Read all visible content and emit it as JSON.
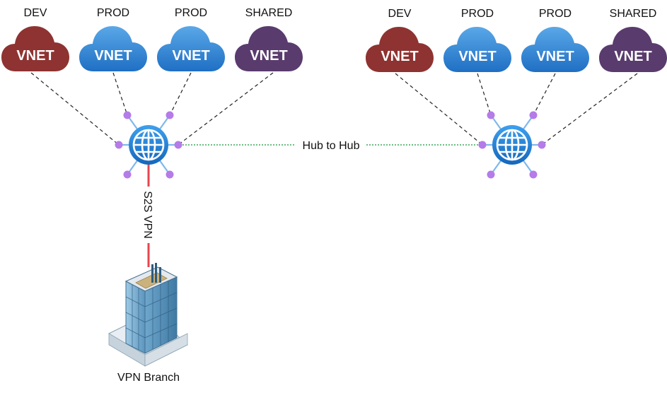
{
  "colors": {
    "dev": "#8e3331",
    "prod_top": "#5aa8e8",
    "prod_bottom": "#1f6fc4",
    "shared": "#5a3b6e",
    "hub_blue": "#1e88d8",
    "node_purple": "#b57be8",
    "vpn_red": "#e8454e",
    "hub_link_green": "#3aa85a"
  },
  "hubs": [
    {
      "vnets": [
        {
          "env": "DEV",
          "label": "VNET",
          "kind": "dev"
        },
        {
          "env": "PROD",
          "label": "VNET",
          "kind": "prod"
        },
        {
          "env": "PROD",
          "label": "VNET",
          "kind": "prod"
        },
        {
          "env": "SHARED",
          "label": "VNET",
          "kind": "shared"
        }
      ]
    },
    {
      "vnets": [
        {
          "env": "DEV",
          "label": "VNET",
          "kind": "dev"
        },
        {
          "env": "PROD",
          "label": "VNET",
          "kind": "prod"
        },
        {
          "env": "PROD",
          "label": "VNET",
          "kind": "prod"
        },
        {
          "env": "SHARED",
          "label": "VNET",
          "kind": "shared"
        }
      ]
    }
  ],
  "links": {
    "hub_to_hub": "Hub to Hub",
    "s2s_vpn": "S2S VPN"
  },
  "branch": {
    "label": "VPN Branch",
    "icon": "office-building-icon"
  }
}
